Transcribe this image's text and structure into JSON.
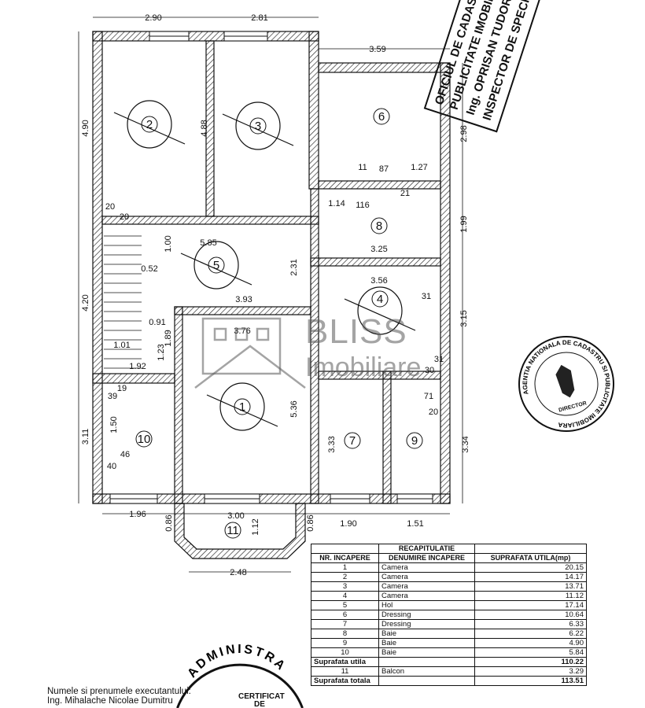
{
  "plan": {
    "room_numbers": [
      "1",
      "2",
      "3",
      "4",
      "5",
      "6",
      "7",
      "8",
      "9",
      "10",
      "11"
    ],
    "dimensions": [
      "2.90",
      "2.81",
      "3.59",
      "4.90",
      "4.88",
      "2.98",
      "11",
      "87",
      "1.27",
      "1.14",
      "116",
      "21",
      "1.99",
      "3.25",
      "20",
      "20",
      "1.00",
      "5.85",
      "0.52",
      "2.31",
      "3.93",
      "3.56",
      "31",
      "4.20",
      "3.15",
      "0.91",
      "1.89",
      "3.76",
      "1.01",
      "1.23",
      "1.92",
      "30",
      "31",
      "19",
      "39",
      "71",
      "20",
      "1.50",
      "5.36",
      "3.11",
      "3.33",
      "3.34",
      "46",
      "40",
      "1.96",
      "3.00",
      "1.12",
      "0.86",
      "0.86",
      "1.90",
      "1.51",
      "2.48"
    ]
  },
  "watermark": {
    "brand": "BLISS",
    "sub": "Imobiliare"
  },
  "stamps": {
    "top_right": [
      "OFICIUL DE CADASTRU SI",
      "PUBLICITATE IMOBILIARA",
      "Ing. OPRISAN TUDOR",
      "INSPECTOR DE SPECIALITATE"
    ],
    "round_right": {
      "ring": "AGENTIA NATIONALA DE CADASTRU SI PUBLICITATE IMOBILIARA",
      "center": "DIRECTOR"
    },
    "bottom": {
      "ring": "ADMINISTRA",
      "line1": "CERTIFICAT",
      "line2": "DE"
    }
  },
  "recap": {
    "title": "RECAPITULATIE",
    "headers": [
      "NR. INCAPERE",
      "DENUMIRE INCAPERE",
      "SUPRAFATA UTILA(mp)"
    ],
    "rows": [
      {
        "nr": "1",
        "name": "Camera",
        "area": "20.15"
      },
      {
        "nr": "2",
        "name": "Camera",
        "area": "14.17"
      },
      {
        "nr": "3",
        "name": "Camera",
        "area": "13.71"
      },
      {
        "nr": "4",
        "name": "Camera",
        "area": "11.12"
      },
      {
        "nr": "5",
        "name": "Hol",
        "area": "17.14"
      },
      {
        "nr": "6",
        "name": "Dressing",
        "area": "10.64"
      },
      {
        "nr": "7",
        "name": "Dressing",
        "area": "6.33"
      },
      {
        "nr": "8",
        "name": "Baie",
        "area": "6.22"
      },
      {
        "nr": "9",
        "name": "Baie",
        "area": "4.90"
      },
      {
        "nr": "10",
        "name": "Baie",
        "area": "5.84"
      }
    ],
    "util_label": "Suprafata utila",
    "util_value": "110.22",
    "balcony": {
      "nr": "11",
      "name": "Balcon",
      "area": "3.29"
    },
    "total_label": "Suprafata totala",
    "total_value": "113.51"
  },
  "footer": {
    "line1": "Numele si prenumele executantului:",
    "line2": "Ing. Mihalache Nicolae Dumitru"
  }
}
